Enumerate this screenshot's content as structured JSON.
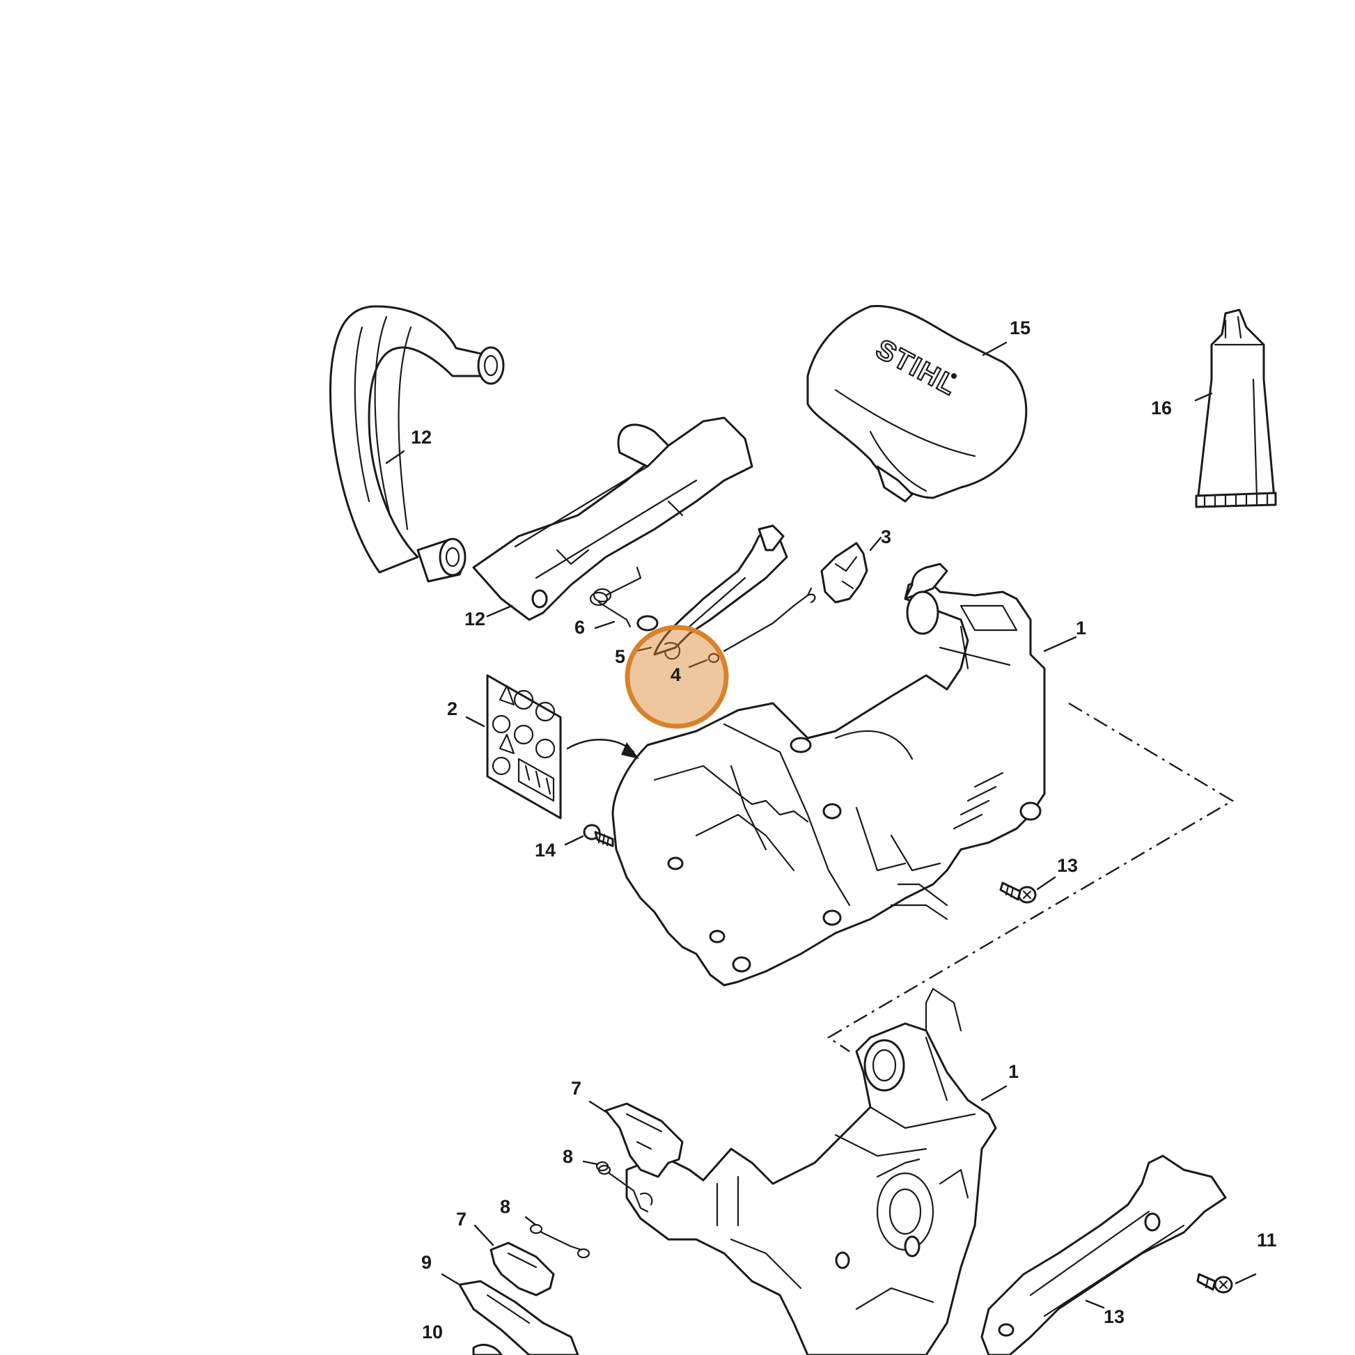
{
  "brand_logo": "STIHL",
  "highlight_color": "#d9822b",
  "highlighted_part": "4",
  "callouts": [
    {
      "id": "c-1a",
      "label": "1"
    },
    {
      "id": "c-1b",
      "label": "1"
    },
    {
      "id": "c-2",
      "label": "2"
    },
    {
      "id": "c-3",
      "label": "3"
    },
    {
      "id": "c-4",
      "label": "4"
    },
    {
      "id": "c-5",
      "label": "5"
    },
    {
      "id": "c-6",
      "label": "6"
    },
    {
      "id": "c-7a",
      "label": "7"
    },
    {
      "id": "c-7b",
      "label": "7"
    },
    {
      "id": "c-8a",
      "label": "8"
    },
    {
      "id": "c-8b",
      "label": "8"
    },
    {
      "id": "c-9",
      "label": "9"
    },
    {
      "id": "c-10",
      "label": "10"
    },
    {
      "id": "c-11",
      "label": "11"
    },
    {
      "id": "c-12a",
      "label": "12"
    },
    {
      "id": "c-12b",
      "label": "12"
    },
    {
      "id": "c-13a",
      "label": "13"
    },
    {
      "id": "c-13b",
      "label": "13"
    },
    {
      "id": "c-14",
      "label": "14"
    },
    {
      "id": "c-15",
      "label": "15"
    },
    {
      "id": "c-16",
      "label": "16"
    }
  ]
}
